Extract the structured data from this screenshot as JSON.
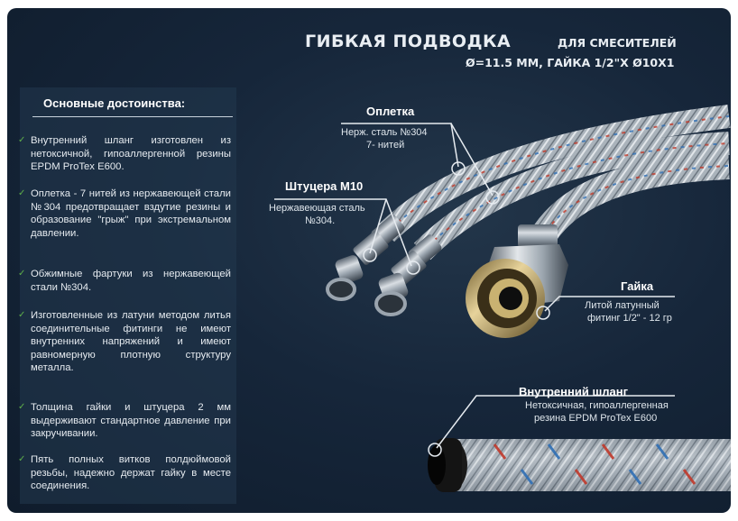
{
  "header": {
    "title": "ГИБКАЯ ПОДВОДКА",
    "subtitle_line1": "ДЛЯ СМЕСИТЕЛЕЙ",
    "subtitle_line2": "Ø=11.5 ММ, ГАЙКА 1/2\"Х Ø10Х1"
  },
  "advantages": {
    "heading": "Основные достоинства:",
    "items": [
      "Внутренний шланг изготовлен из нетоксичной, гипоаллергенной резины EPDM ProTex E600.",
      "Оплетка - 7 нитей из нержавеющей стали №304 предотвращает вздутие резины и образование \"грыж\" при экстремальном давлении.",
      "Обжимные фартуки из нержавеющей стали №304.",
      "Изготовленные из латуни методом литья соединительные фитинги не имеют внутренних напряжений и имеют равномерную плотную структуру металла.",
      "Толщина гайки и штуцера 2 мм выдерживают стандартное давление при закручивании.",
      "Пять полных витков полдюймовой резьбы, надежно держат гайку в месте соединения."
    ]
  },
  "callouts": {
    "braid": {
      "title": "Оплетка",
      "line1": "Нерж. сталь №304",
      "line2": "7- нитей"
    },
    "fitting": {
      "title": "Штуцера М10",
      "line1": "Нержавеющая сталь",
      "line2": "№304."
    },
    "nut": {
      "title": "Гайка",
      "line1": "Литой латунный",
      "line2": "фитинг 1/2\" - 12 гр"
    },
    "inner_hose": {
      "title": "Внутренний шланг",
      "line1": "Нетоксичная, гипоаллергенная",
      "line2": "резина EPDM ProTex E600"
    }
  },
  "colors": {
    "background": "#16263a",
    "accent_check": "#5fb04a",
    "braid_red": "#c0392b",
    "braid_blue": "#2f6fb5"
  }
}
